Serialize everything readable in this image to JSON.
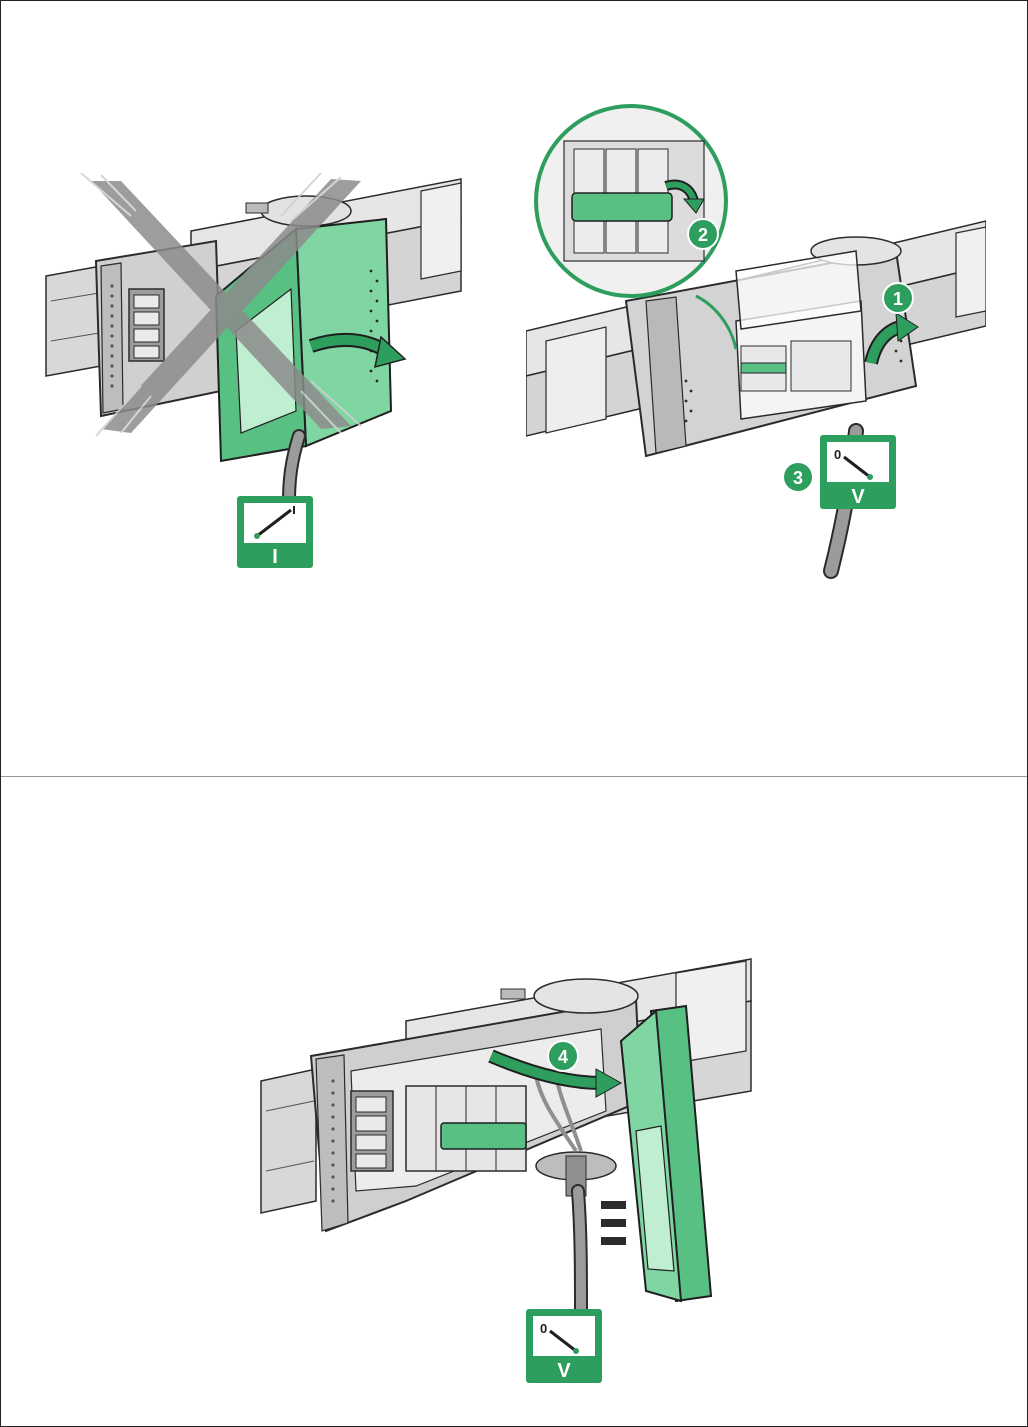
{
  "colors": {
    "accent_green": "#2e9e5e",
    "light_green": "#7fd6a2",
    "mid_green": "#58c083",
    "dark_outline": "#2b2b2b",
    "panel_gray": "#d9d9d9",
    "dark_gray": "#9a9a9a",
    "x_mark_gray": "#8c8c8c"
  },
  "icons": {
    "current_meter": "ammeter-icon",
    "voltage_meter": "voltmeter-icon",
    "forbidden": "x-mark-icon",
    "rotate_arrow": "curved-arrow-icon"
  },
  "panel_top_left": {
    "meter_label": "I"
  },
  "panel_top_right": {
    "step_1": "1",
    "step_2": "2",
    "step_3": "3",
    "meter_label": "V",
    "meter_zero": "0"
  },
  "panel_bottom": {
    "step_4": "4",
    "meter_label": "V",
    "meter_zero": "0"
  }
}
